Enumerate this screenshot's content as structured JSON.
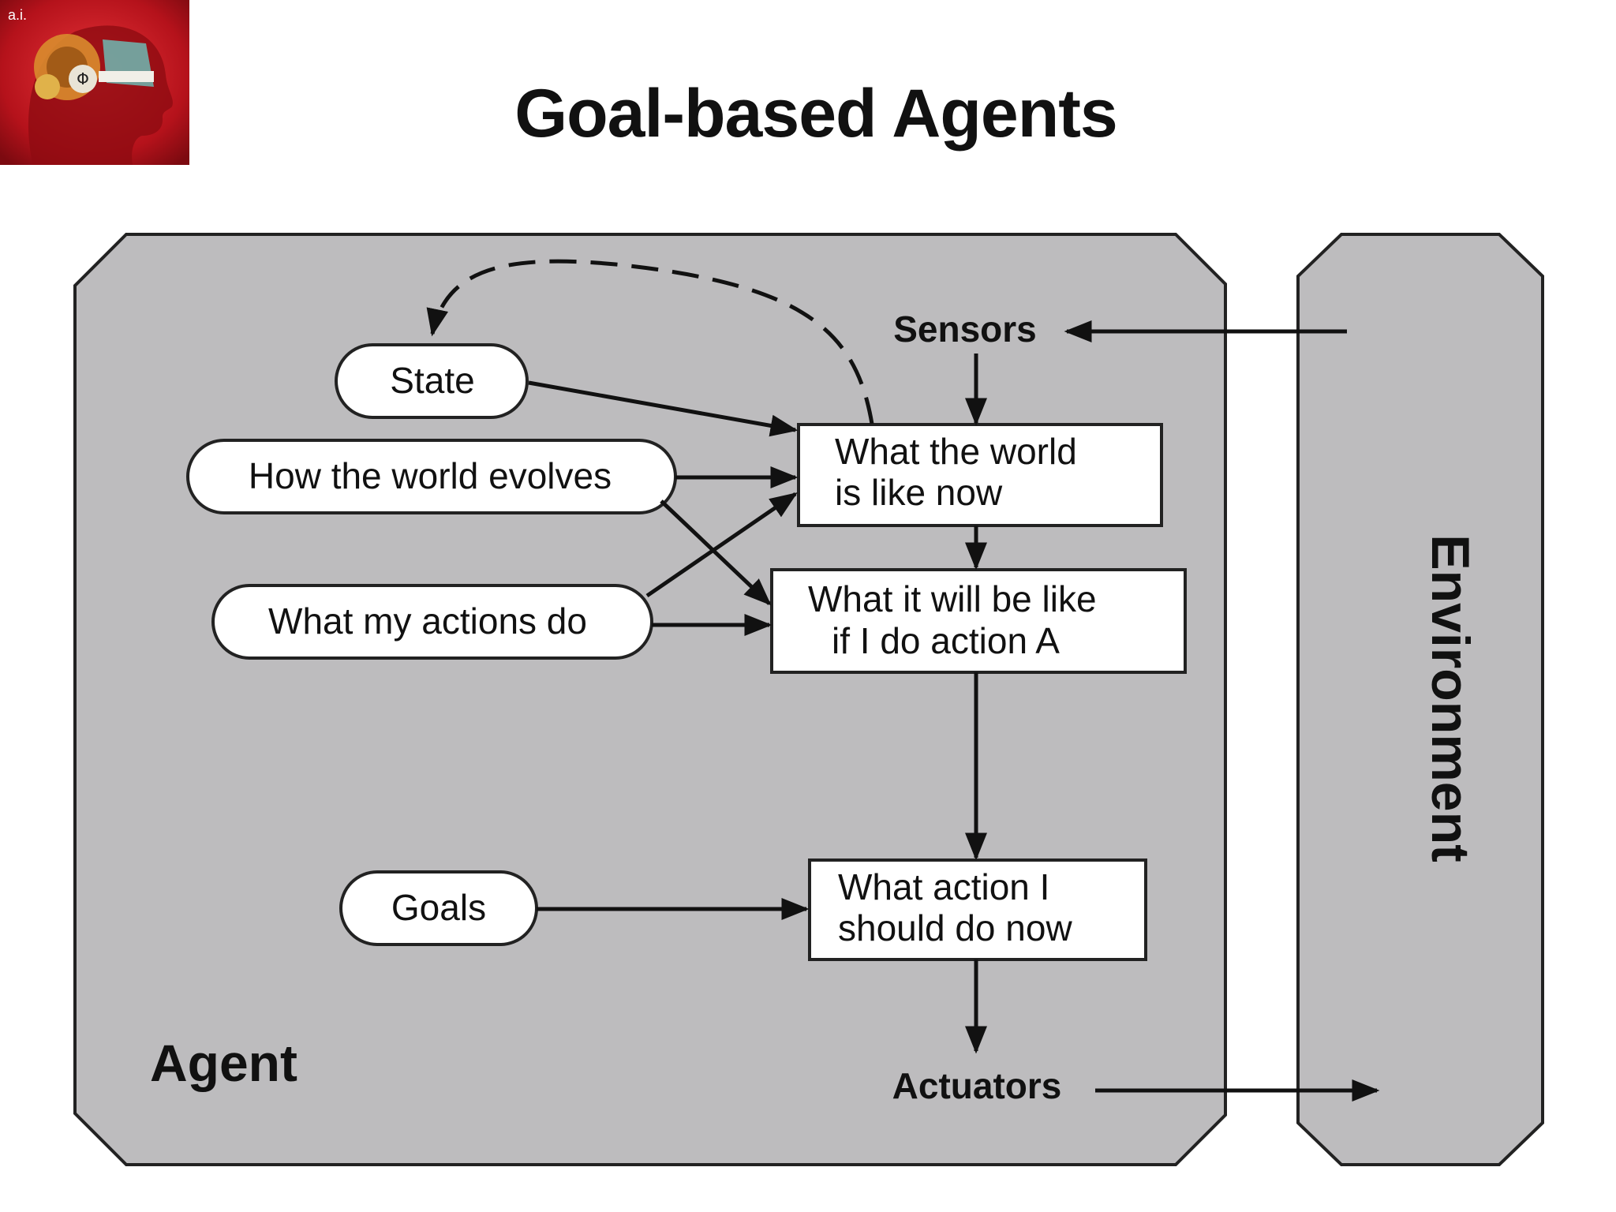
{
  "slide": {
    "badge": "a.i.",
    "title": "Goal-based Agents"
  },
  "diagram": {
    "agent_label": "Agent",
    "environment_label": "Environment",
    "sensors": "Sensors",
    "actuators": "Actuators",
    "state": "State",
    "how_world_evolves": "How the world evolves",
    "what_actions_do": "What my actions do",
    "goals": "Goals",
    "world_now": [
      "What the world",
      "is like now"
    ],
    "will_be_like": [
      "What it will be like",
      "if I do action A"
    ],
    "action_now": [
      "What action I",
      "should do now"
    ]
  },
  "colors": {
    "panel_fill": "#bdbcbe",
    "stroke": "#111111",
    "logo_red": "#c0141a"
  }
}
